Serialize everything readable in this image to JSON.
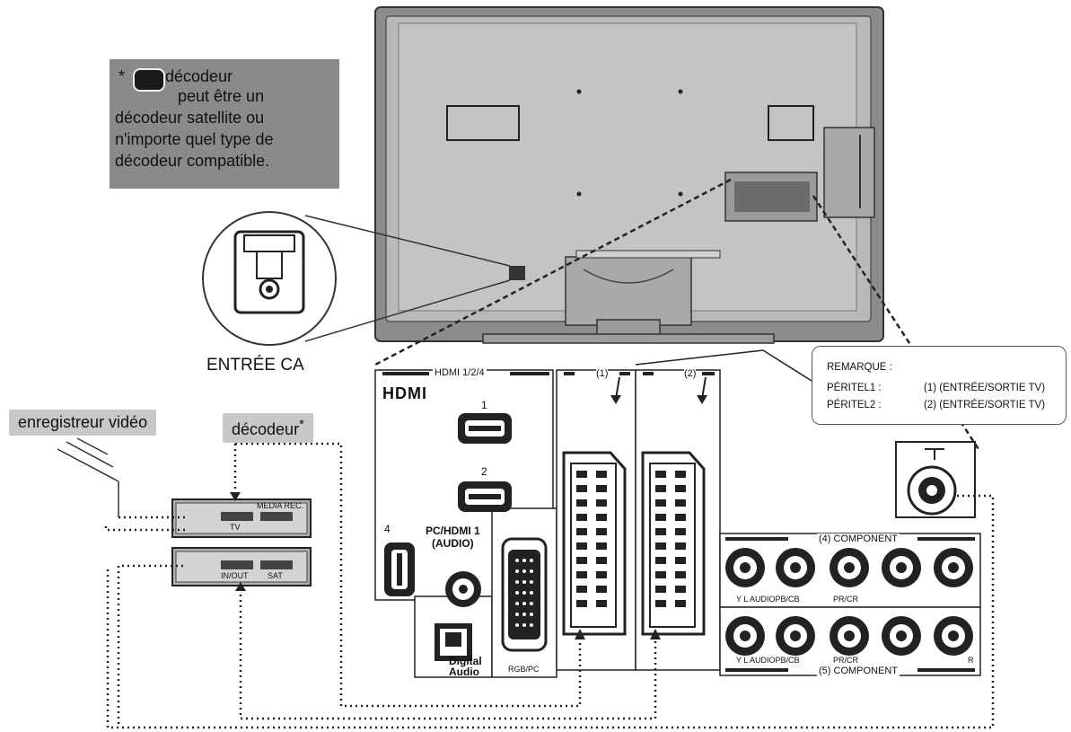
{
  "note": {
    "star": "*",
    "line1": "décodeur",
    "line2": "peut être un",
    "line3": "décodeur satellite ou",
    "line4": "n'importe quel type de",
    "line5": "décodeur compatible."
  },
  "ac_input_label": "ENTRÉE CA",
  "devices": {
    "recorder_label": "enregistreur vidéo",
    "decoder_label": "décodeur",
    "decoder_star": "*",
    "recorder_top_text": "MEDIA REC.",
    "recorder_tv_text": "TV",
    "recorder_inout_text": "IN/OUT",
    "recorder_sat_text": "SAT"
  },
  "panel": {
    "hdmi_header": "HDMI 1/2/4",
    "hdmi_logo": "HDMI",
    "hdmi1": "1",
    "hdmi2": "2",
    "hdmi4": "4",
    "pc_hdmi_audio_line1": "PC/HDMI 1",
    "pc_hdmi_audio_line2": "(AUDIO)",
    "scart1": "(1)",
    "scart2": "(2)",
    "digital_audio_line1": "Digital",
    "digital_audio_line2": "Audio",
    "rgb_pc": "RGB/PC",
    "component4": "(4) COMPONENT",
    "component5": "(5) COMPONENT",
    "comp4_labels": "Y L AUDIOPB/CB",
    "comp4_pr": "PR/CR",
    "comp5_labels": "Y L AUDIOPB/CB",
    "comp5_pr": "PR/CR",
    "comp5_r": "R"
  },
  "remarque": {
    "title": "REMARQUE :",
    "peritel1_label": "PÉRITEL1 :",
    "peritel1_desc": "(1) (ENTRÉE/SORTIE TV)",
    "peritel2_label": "PÉRITEL2 :",
    "peritel2_desc": "(2) (ENTRÉE/SORTIE TV)"
  },
  "colors": {
    "tv_body": "#8c8c8c",
    "tv_inner": "#b5b5b5",
    "panel_line": "#222222",
    "note_bg": "#8a8a8a",
    "tag_bg": "#c8c8c8"
  }
}
